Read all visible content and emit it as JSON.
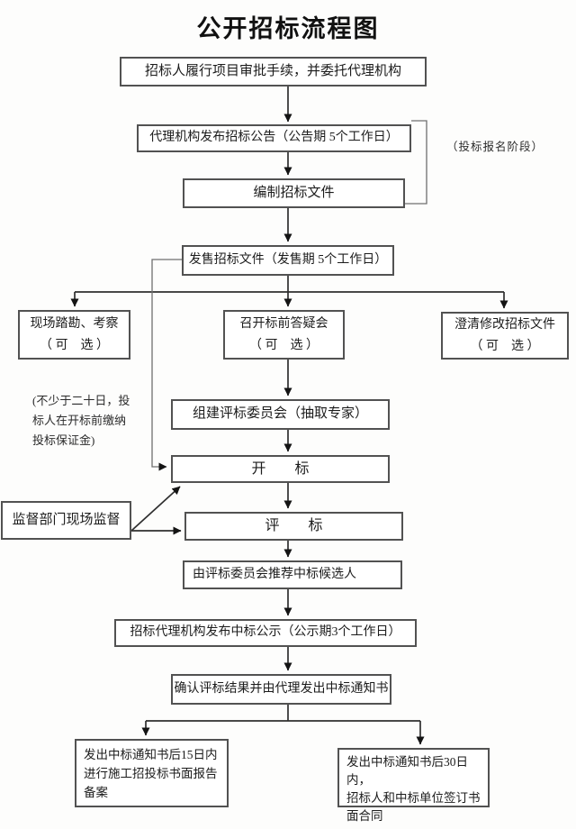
{
  "title": "公开招标流程图",
  "nodes": {
    "approval": {
      "label": "招标人履行项目审批手续，并委托代理机构"
    },
    "announcement": {
      "label": "代理机构发布招标公告（公告期 5个工作日）"
    },
    "prepare_docs": {
      "label": "编制招标文件"
    },
    "sell_docs": {
      "label": "发售招标文件（发售期 5个工作日）"
    },
    "site_survey": {
      "lines": [
        "现场踏勘、考察",
        "（ 可　选 ）"
      ]
    },
    "qa_meeting": {
      "lines": [
        "召开标前答疑会",
        "（ 可　选 ）"
      ]
    },
    "clarify": {
      "lines": [
        "澄清修改招标文件",
        "（ 可　选 ）"
      ]
    },
    "committee": {
      "label": "组建评标委员会（抽取专家）"
    },
    "bid_opening": {
      "label": "开　　标"
    },
    "supervision": {
      "label": "监督部门现场监督"
    },
    "evaluation": {
      "label": "评　　标"
    },
    "recommend": {
      "label": "由评标委员会推荐中标候选人"
    },
    "publicity": {
      "label": "招标代理机构发布中标公示（公示期3个工作日）"
    },
    "confirm": {
      "label": "确认评标结果并由代理发出中标通知书"
    },
    "filing": {
      "lines": [
        "发出中标通知书后15日内",
        "进行施工招投标书面报告",
        "备案"
      ]
    },
    "contract": {
      "lines": [
        "发出中标通知书后30日内，",
        "招标人和中标单位签订书",
        "面合同"
      ]
    }
  },
  "annotations": {
    "registration_phase": "（投标报名阶段）",
    "deposit_note_lines": [
      "(不少于二十日，投",
      "标人在开标前缴纳",
      "投标保证金)"
    ]
  },
  "colors": {
    "line": "#2f2f2f",
    "light_line": "#6f6f6f",
    "box_border": "#525252"
  }
}
